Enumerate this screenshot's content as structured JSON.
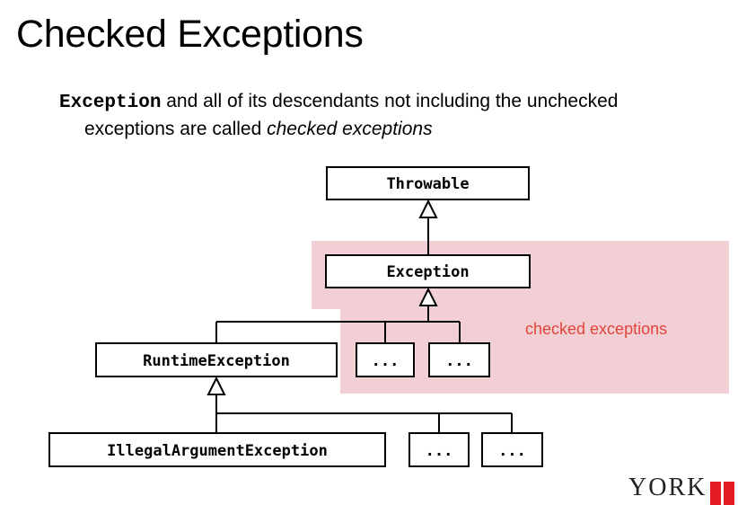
{
  "slide": {
    "title": "Checked Exceptions",
    "bullet_code": "Exception",
    "bullet_text_1": " and all of its descendants not including the unchecked",
    "bullet_text_2": "exceptions are called ",
    "bullet_italic": "checked exceptions"
  },
  "diagram": {
    "region_label": "checked exceptions",
    "region_color": "#f2cfd4",
    "label_color": "#e0453a",
    "nodes": {
      "throwable": "Throwable",
      "exception": "Exception",
      "runtime_exception": "RuntimeException",
      "illegal_argument_exception": "IllegalArgumentException",
      "ellipsis": "..."
    }
  },
  "logo": {
    "text": "YORK",
    "mark_color": "#e31b23"
  }
}
